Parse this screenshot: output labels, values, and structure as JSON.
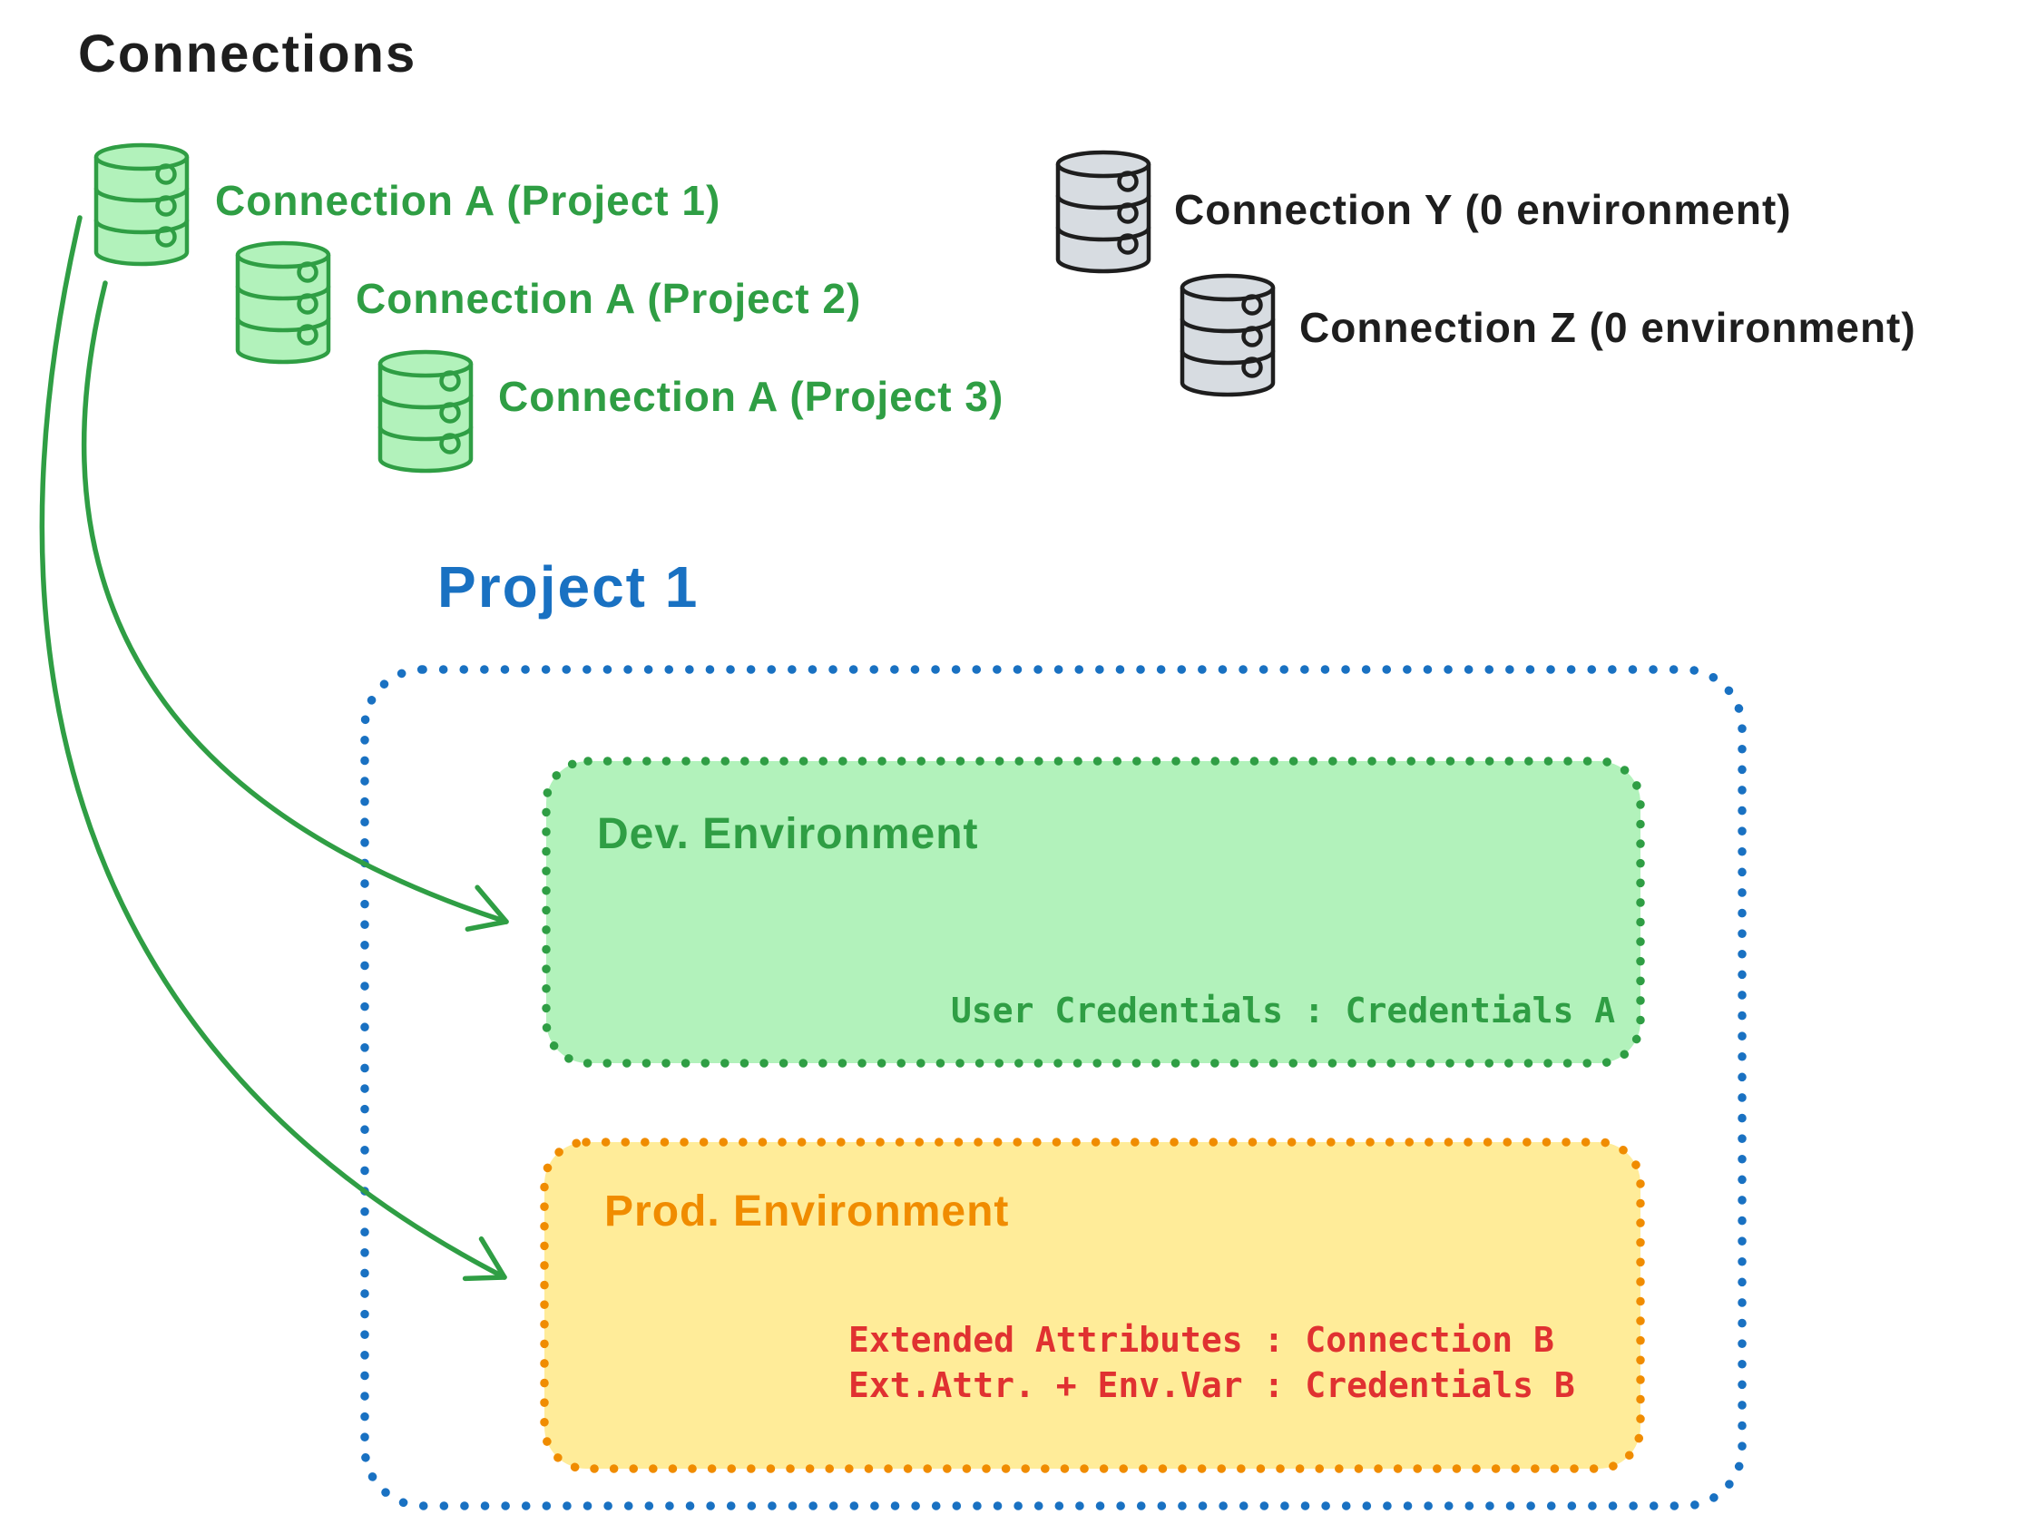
{
  "diagram": {
    "title": "Connections",
    "green_connections": [
      {
        "label": "Connection A (Project 1)",
        "icon": "database-icon"
      },
      {
        "label": "Connection A (Project 2)",
        "icon": "database-icon"
      },
      {
        "label": "Connection A (Project 3)",
        "icon": "database-icon"
      }
    ],
    "external_connections": [
      {
        "label": "Connection Y (0 environment)",
        "icon": "database-icon"
      },
      {
        "label": "Connection Z (0 environment)",
        "icon": "database-icon"
      }
    ],
    "project": {
      "title": "Project 1",
      "environments": [
        {
          "name": "Dev. Environment",
          "lines": [
            "User Credentials : Credentials A"
          ]
        },
        {
          "name": "Prod. Environment",
          "lines": [
            "Extended Attributes : Connection B",
            "Ext.Attr. + Env.Var : Credentials B"
          ]
        }
      ]
    },
    "arrows": [
      {
        "from": "Connection A (Project 1)",
        "to": "Dev. Environment"
      },
      {
        "from": "Connection A (Project 1)",
        "to": "Prod. Environment"
      }
    ],
    "colors": {
      "green": "#2f9e44",
      "green_fill": "#b2f2bb",
      "blue": "#1971c2",
      "orange": "#f08c00",
      "yellow_fill": "#ffec99",
      "red": "#e03131",
      "ink": "#1e1e1e",
      "gray_fill": "#d7dce1"
    }
  }
}
